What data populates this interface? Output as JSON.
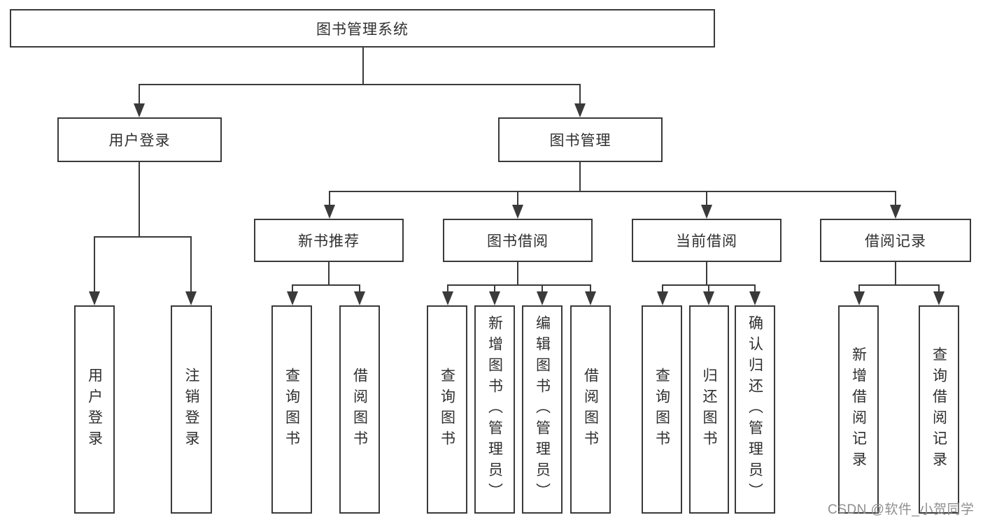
{
  "diagram": {
    "title_node": {
      "label": "图书管理系统"
    },
    "level2": [
      {
        "label": "用户登录"
      },
      {
        "label": "图书管理"
      }
    ],
    "level3": [
      {
        "label": "新书推荐"
      },
      {
        "label": "图书借阅"
      },
      {
        "label": "当前借阅"
      },
      {
        "label": "借阅记录"
      }
    ],
    "leaf_groups": [
      {
        "parent": "用户登录",
        "items": [
          "用户登录",
          "注销登录"
        ]
      },
      {
        "parent": "新书推荐",
        "items": [
          "查询图书",
          "借阅图书"
        ]
      },
      {
        "parent": "图书借阅",
        "items": [
          "查询图书",
          "新增图书（管理员）",
          "编辑图书（管理员）",
          "借阅图书"
        ]
      },
      {
        "parent": "当前借阅",
        "items": [
          "查询图书",
          "归还图书",
          "确认归还（管理员）"
        ]
      },
      {
        "parent": "借阅记录",
        "items": [
          "新增借阅记录",
          "查询借阅记录"
        ]
      }
    ],
    "colors": {
      "line": "#3a3a3a",
      "text": "#2f2f2f",
      "background": "#ffffff",
      "watermark": "#8f8f8f"
    }
  },
  "watermark": {
    "text": "CSDN @软件_小贺同学"
  }
}
